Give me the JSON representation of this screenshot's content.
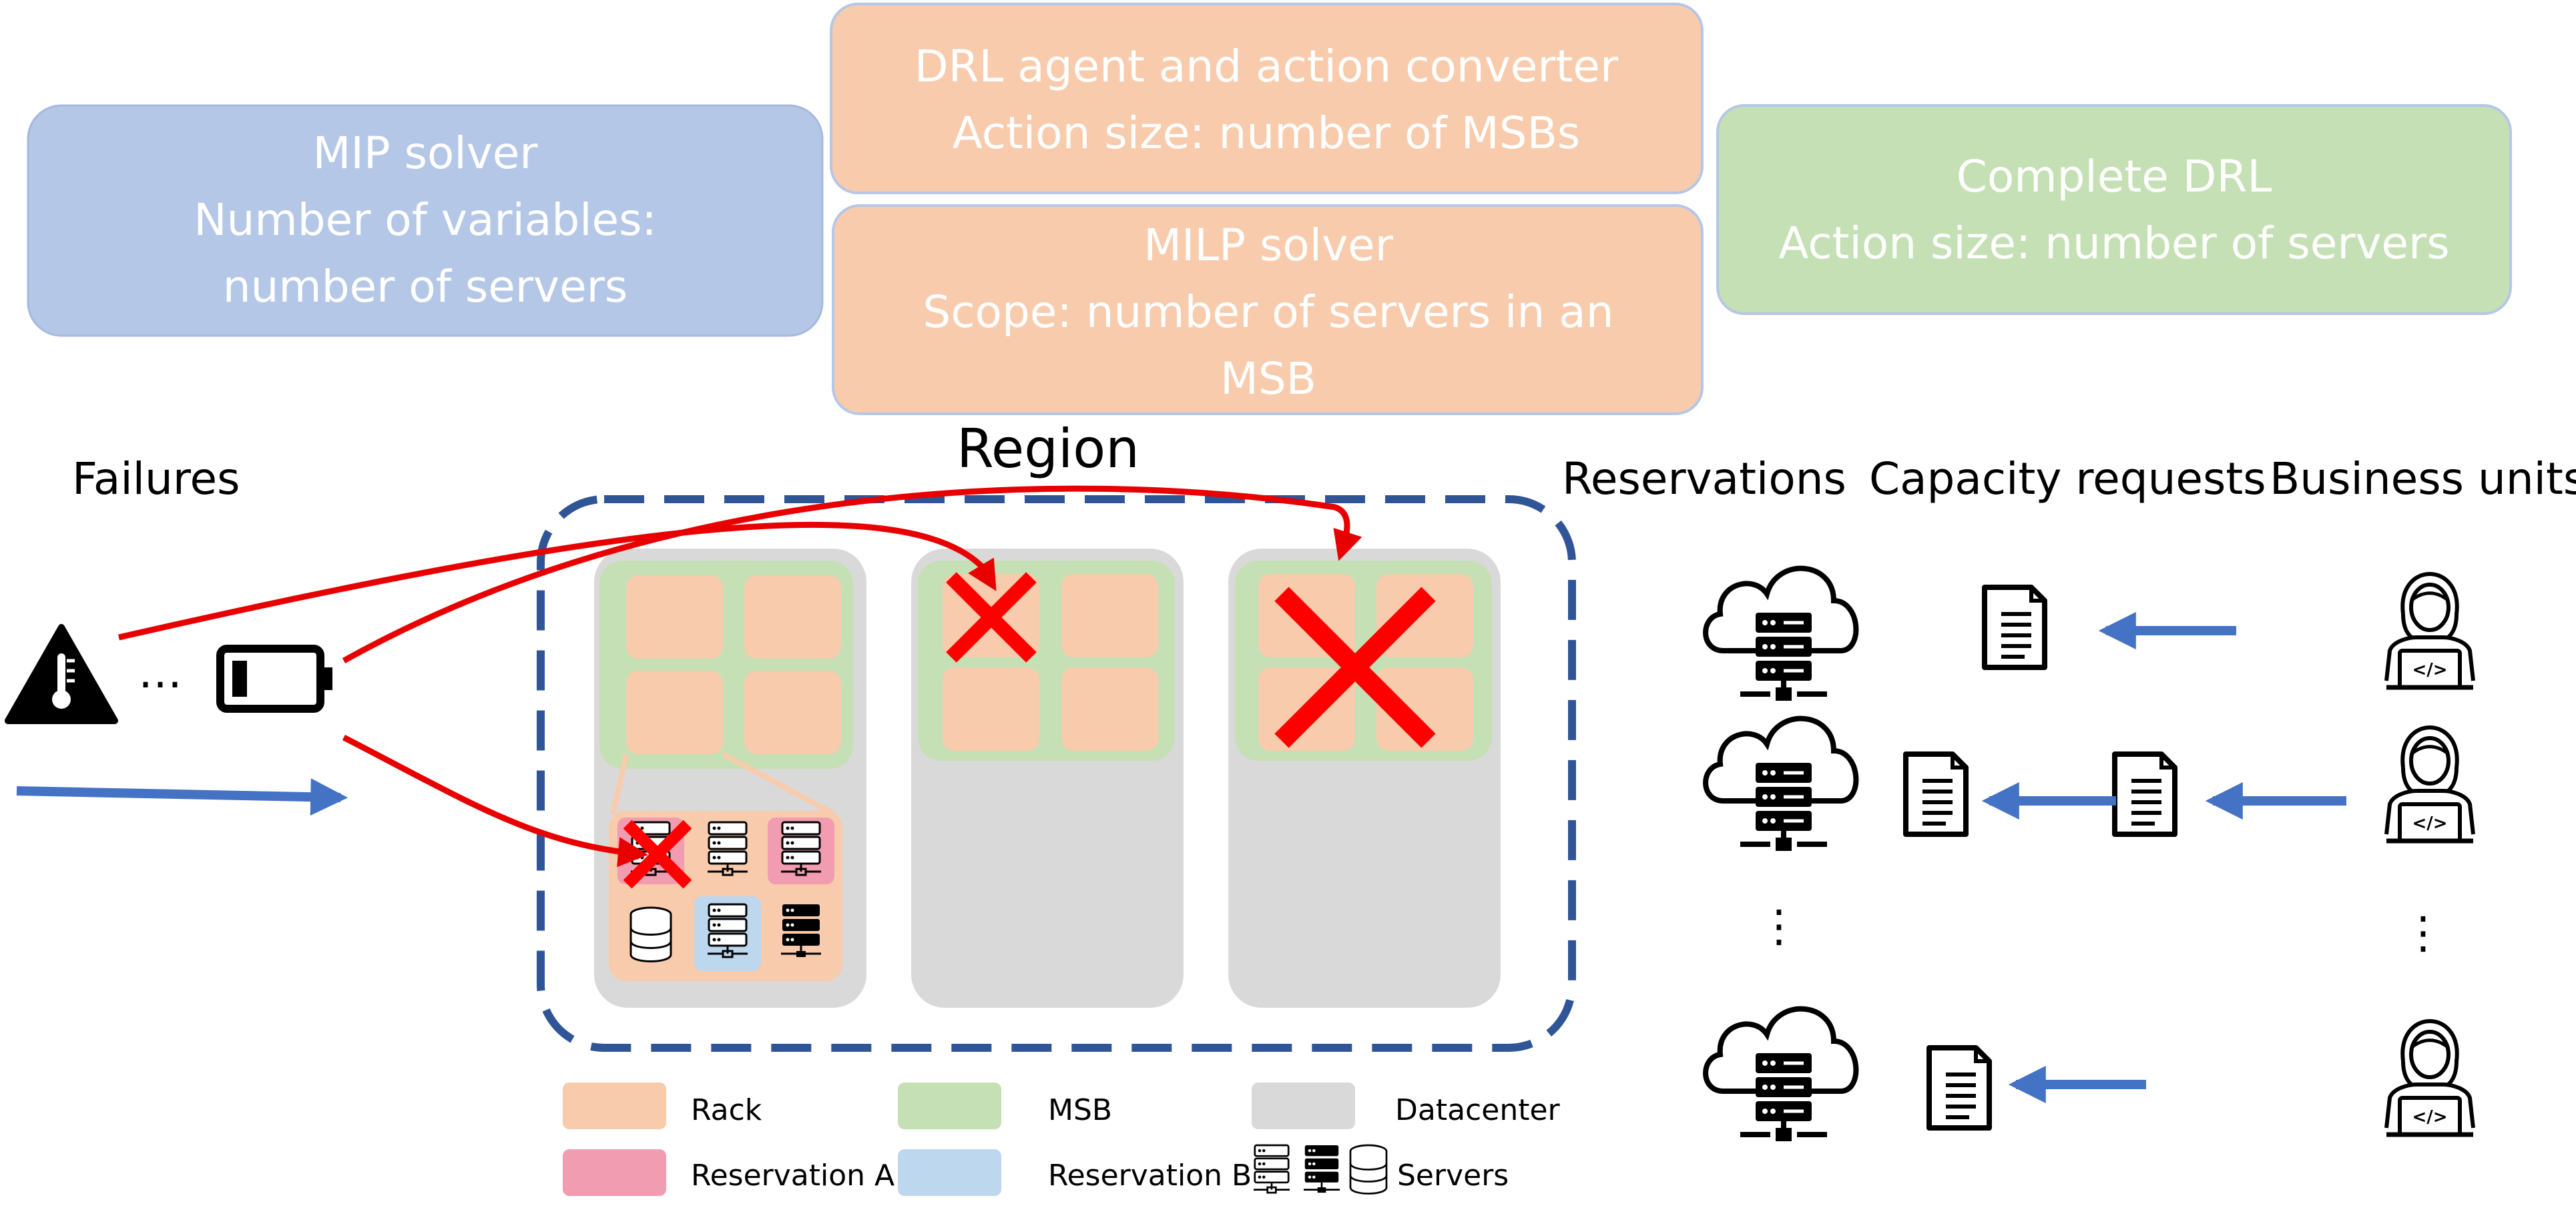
{
  "colors": {
    "blue_box": "#b4c7e7",
    "orange_box": "#f8cbad",
    "green_box": "#c5e0b4",
    "rack": "#f8cbad",
    "msb": "#c5e0b4",
    "datacenter": "#d9d9d9",
    "reservation_a": "#f19cb0",
    "reservation_b": "#bdd7ee",
    "region_border": "#2f5597",
    "arrow_red": "#e80000",
    "arrow_blue": "#4472c4",
    "fail_x": "#ff0000"
  },
  "boxes": {
    "mip": {
      "line1": "MIP solver",
      "line2": "Number of variables:",
      "line3": "number of servers"
    },
    "drl_agent": {
      "line1": "DRL agent and action converter",
      "line2": "Action size: number of MSBs"
    },
    "milp": {
      "line1": "MILP solver",
      "line2": "Scope: number of servers in an",
      "line3": "MSB"
    },
    "complete_drl": {
      "line1": "Complete DRL",
      "line2": "Action size: number of servers"
    }
  },
  "labels": {
    "failures": "Failures",
    "region": "Region",
    "reservations": "Reservations",
    "capacity_requests": "Capacity requests",
    "business_units": "Business units",
    "ellipsis": "…"
  },
  "legend": {
    "rack": "Rack",
    "msb": "MSB",
    "datacenter": "Datacenter",
    "reservation_a": "Reservation A",
    "reservation_b": "Reservation B",
    "servers": "Servers"
  },
  "icons": [
    "thermometer-warning-icon",
    "low-battery-icon",
    "cloud-server-icon",
    "document-icon",
    "developer-user-icon",
    "server-icon",
    "database-icon"
  ]
}
